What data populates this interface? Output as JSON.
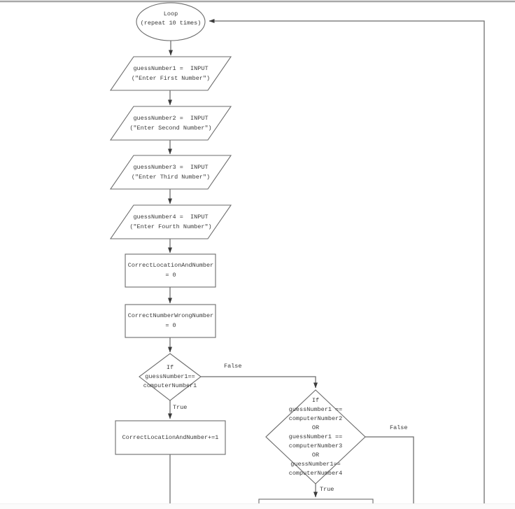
{
  "theme": {
    "background": "#ffffff",
    "line_color": "#6b6b6b",
    "text_color": "#3a3a3a",
    "arrow_color": "#3a3a3a",
    "page_edge_color": "#a8a8a8"
  },
  "flowchart": {
    "terminal": {
      "lines": [
        "Loop",
        "(repeat 10 times)"
      ]
    },
    "io": [
      {
        "lines": [
          "guessNumber1 =  INPUT",
          "(\"Enter First Number\")"
        ]
      },
      {
        "lines": [
          "guessNumber2 =  INPUT",
          "(\"Enter Second Number\")"
        ]
      },
      {
        "lines": [
          "guessNumber3 =  INPUT",
          "(\"Enter Third Number\")"
        ]
      },
      {
        "lines": [
          "guessNumber4 =  INPUT",
          "(\"Enter Fourth Number\")"
        ]
      }
    ],
    "process": [
      {
        "lines": [
          "CorrectLocationAndNumber",
          "= 0"
        ]
      },
      {
        "lines": [
          "CorrectNumberWrongNumber",
          "= 0"
        ]
      },
      {
        "lines": [
          "CorrectLocationAndNumber+=1"
        ]
      }
    ],
    "decision": [
      {
        "lines": [
          "If",
          "guessNumber1==",
          "computerNumber1"
        ]
      },
      {
        "lines": [
          "If",
          "guessNumber1 ==",
          "computerNumber2",
          "OR",
          "guessNumber1 ==",
          "computerNumber3",
          "OR",
          "guessNumber1==",
          "computerNumber4"
        ]
      }
    ],
    "edge_labels": {
      "decision1_false": "False",
      "decision1_true": "True",
      "decision2_false": "False",
      "decision2_true": "True"
    }
  }
}
